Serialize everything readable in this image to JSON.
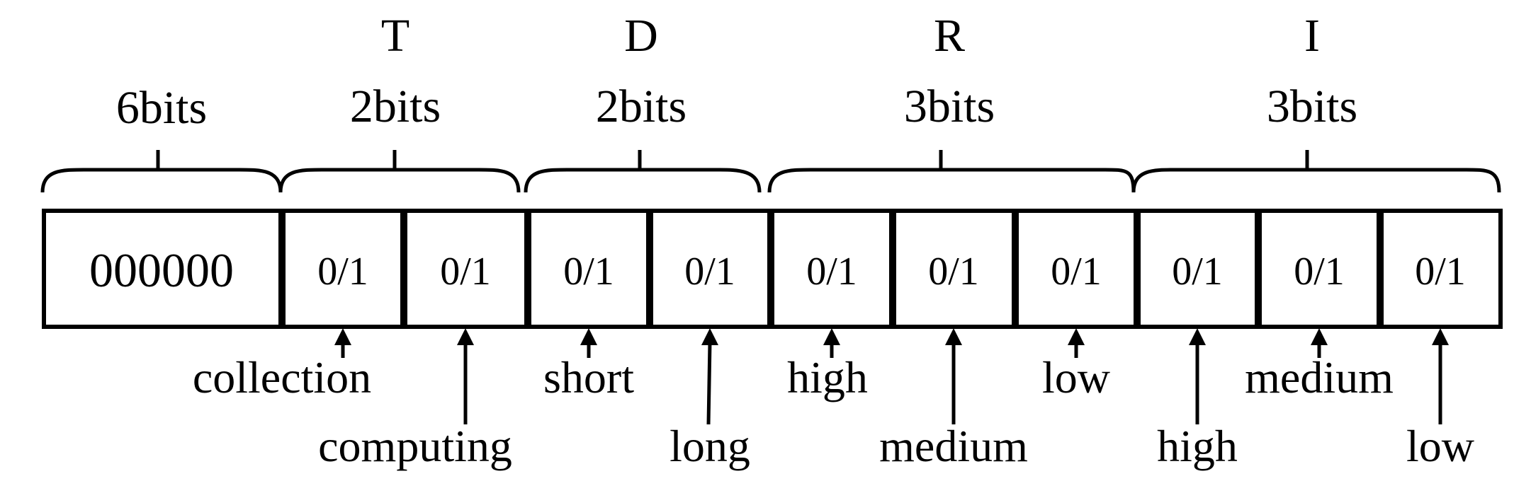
{
  "diagram": {
    "fields": [
      {
        "letter": "",
        "bits": "6bits",
        "cells": [
          "000000"
        ]
      },
      {
        "letter": "T",
        "bits": "2bits",
        "cells": [
          "0/1",
          "0/1"
        ]
      },
      {
        "letter": "D",
        "bits": "2bits",
        "cells": [
          "0/1",
          "0/1"
        ]
      },
      {
        "letter": "R",
        "bits": "3bits",
        "cells": [
          "0/1",
          "0/1",
          "0/1"
        ]
      },
      {
        "letter": "I",
        "bits": "3bits",
        "cells": [
          "0/1",
          "0/1",
          "0/1"
        ]
      }
    ],
    "annotations": [
      "collection",
      "computing",
      "short",
      "long",
      "high",
      "medium",
      "low",
      "high",
      "medium",
      "low"
    ]
  }
}
